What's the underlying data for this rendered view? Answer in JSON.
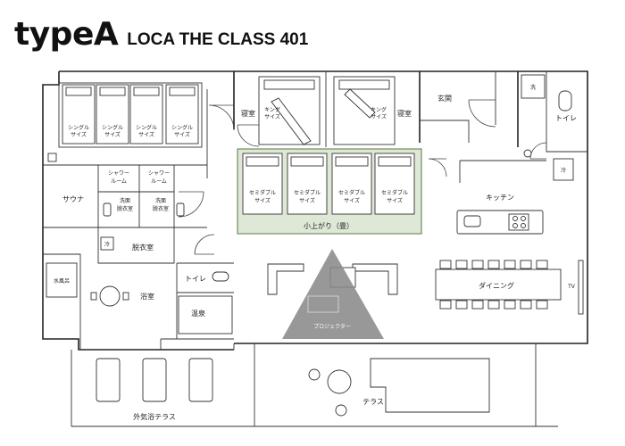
{
  "header": {
    "brand": "typeA",
    "subtitle": "LOCA THE CLASS 401"
  },
  "rooms": {
    "single": "シングル",
    "size": "サイズ",
    "king": "キング",
    "semi_double": "セミダブル",
    "bedroom": "寝室",
    "entrance": "玄関",
    "wash": "洗",
    "toilet": "トイレ",
    "fridge": "冷",
    "kitchen": "キッチン",
    "sauna": "サウナ",
    "shower_room_l1": "シャワー",
    "shower_room_l2": "ルーム",
    "washroom_l1": "洗面",
    "washroom_l2": "脱衣室",
    "changing_room": "脱衣室",
    "cold_bath": "水風呂",
    "bathroom": "浴室",
    "hot_spring": "温泉",
    "tatami": "小上がり（畳）",
    "projector": "プロジェクター",
    "dining": "ダイニング",
    "tv": "TV",
    "outdoor_terrace": "外気浴テラス",
    "terrace": "テラス"
  },
  "colors": {
    "tatami_fill": "#dfe8d6",
    "tatami_stroke": "#6f8f62",
    "projector": "#8a8a8a"
  }
}
